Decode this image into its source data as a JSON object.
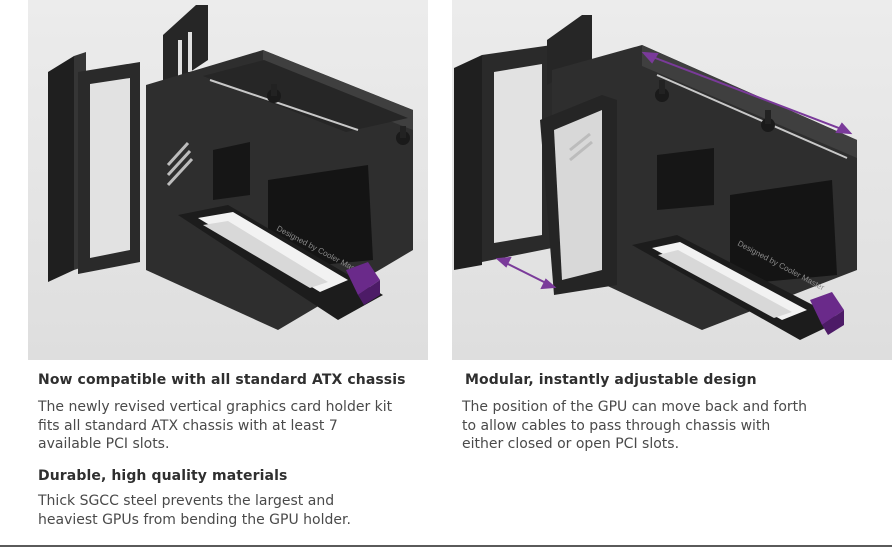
{
  "left_panel": {
    "product_image": {
      "icon": "gpu-holder-bracket-image",
      "engraving": "Designed by Cooler Master"
    },
    "sections": [
      {
        "heading": "Now compatible with all standard ATX chassis",
        "lines": [
          "The newly revised vertical graphics card holder kit",
          "fits all standard ATX chassis with at least 7",
          "available PCI slots."
        ]
      },
      {
        "heading": "Durable, high quality materials",
        "lines": [
          "Thick SGCC steel prevents the largest and",
          "heaviest GPUs from bending the GPU holder."
        ]
      }
    ]
  },
  "right_panel": {
    "product_image": {
      "icon": "adjustable-gpu-holder-image",
      "engraving": "Designed by Cooler Master",
      "arrow_color": "#7a3a9a"
    },
    "sections": [
      {
        "heading": "Modular, instantly adjustable design",
        "lines": [
          "The position of the GPU can move back and forth",
          "to allow cables to pass through chassis with",
          "either closed or open PCI slots."
        ]
      }
    ]
  },
  "colors": {
    "metal": "#2b2b2b",
    "metal_light": "#3e3e3e",
    "background_photo": "#e6e6e6",
    "accent_purple": "#6a2a8a",
    "riser_white": "#f2f2f2"
  }
}
